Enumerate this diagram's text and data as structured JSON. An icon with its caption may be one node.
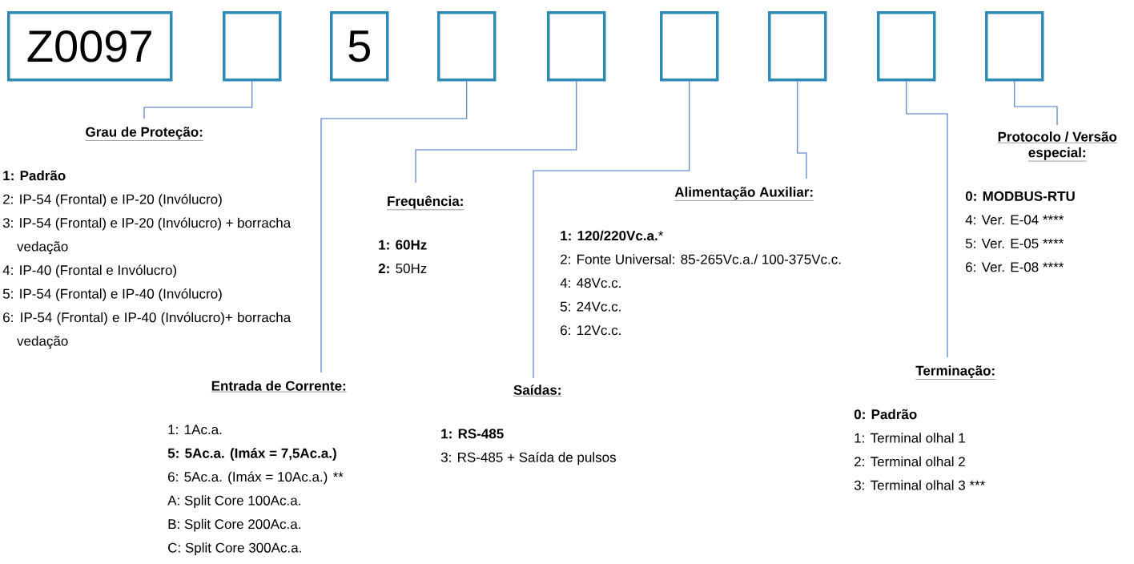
{
  "diagram": {
    "nodes": [
      {
        "text": [
          "Z0097"
        ]
      },
      {
        "text": [],
        "shape": "box"
      },
      {
        "text": [
          "5"
        ]
      },
      {
        "text": [],
        "shape": "box"
      },
      {
        "text": [],
        "shape": "box"
      },
      {
        "text": [],
        "shape": "box"
      },
      {
        "text": [],
        "shape": "box"
      },
      {
        "text": [],
        "shape": "box"
      },
      {
        "text": [],
        "shape": "box"
      },
      {
        "text": [
          "Grau de Proteção:",
          "**1: Padrão**",
          "2: IP-54 (Frontal) e IP-20 (Invólucro)",
          "3: IP-54 (Frontal) e IP-20 (Invólucro) + borracha vedação",
          "4: IP-40 (Frontal e Invólucro)",
          "5: IP-54 (Frontal) e IP-40 (Invólucro)",
          "6: IP-54 (Frontal) e IP-40 (Invólucro)+ borracha vedação"
        ]
      },
      {
        "text": [
          "Entrada de Corrente:",
          "1: 1Ac.a.",
          "**5: 5Ac.a. (Imáx = 7,5Ac.a.)**",
          "6: 5Ac.a. (Imáx = 10Ac.a.) **",
          "A: Split Core 100Ac.a.",
          "B: Split Core 200Ac.a.",
          "C: Split Core 300Ac.a."
        ]
      },
      {
        "text": [
          "Frequência:",
          "**1: 60Hz**",
          "**2:** 50Hz"
        ]
      },
      {
        "text": [
          "Saídas:",
          "**1: RS-485**",
          "3: RS-485 + Saída de pulsos"
        ]
      },
      {
        "text": [
          "Alimentação Auxiliar:",
          "**1: 120/220Vc.a.***",
          "2: Fonte Universal: 85-265Vc.a./ 100-375Vc.c.",
          "4: 48Vc.c.",
          "5: 24Vc.c.",
          "6: 12Vc.c."
        ]
      },
      {
        "text": [
          "Terminação:",
          "**0: Padrão**",
          "1: Terminal olhal 1",
          "2: Terminal olhal 2",
          "3: Terminal olhal 3 ***"
        ]
      },
      {
        "text": [
          "Protocolo / Versão especial:",
          "**0: MODBUS-RTU**",
          "4: Ver. E-04 ****",
          "5: Ver. E-05 ****",
          "6: Ver. E-08 ****"
        ]
      }
    ],
    "edges": [
      {
        "from": 1,
        "to": 9,
        "arrow": "none"
      },
      {
        "from": 3,
        "to": 10,
        "arrow": "none"
      },
      {
        "from": 4,
        "to": 11,
        "arrow": "none"
      },
      {
        "from": 5,
        "to": 12,
        "arrow": "none"
      },
      {
        "from": 6,
        "to": 13,
        "arrow": "none"
      },
      {
        "from": 7,
        "to": 14,
        "arrow": "none"
      },
      {
        "from": 8,
        "to": 15,
        "arrow": "none"
      }
    ]
  }
}
